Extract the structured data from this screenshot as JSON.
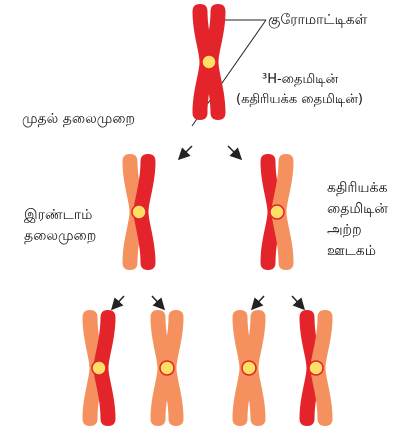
{
  "labels": {
    "chromatids": "குரோமாட்டிகள்",
    "thymidine_line1": "³H-தைமிடின்",
    "thymidine_line2": "(கதிரியக்க தைமிடின்)",
    "first_generation": "முதல்  தலைமுறை",
    "second_generation_line1": "இரண்டாம்",
    "second_generation_line2": "தலைமுறை",
    "medium_line1": "கதிரியக்க",
    "medium_line2": "தைமிடின்",
    "medium_line3": "அற்ற",
    "medium_line4": "ஊடகம்"
  },
  "colors": {
    "labeled_red": "#e3242b",
    "unlabeled_orange": "#f4915e",
    "centromere_fill": "#ffe066",
    "centromere_stroke": "#e3242b",
    "arrow": "#222222"
  },
  "chromosomes": [
    {
      "id": "gen1",
      "left": "red",
      "right": "red"
    },
    {
      "id": "gen2-left",
      "left": "orange",
      "right": "red"
    },
    {
      "id": "gen2-right",
      "left": "red",
      "right": "orange"
    },
    {
      "id": "gen3-a",
      "left": "orange",
      "right": "red"
    },
    {
      "id": "gen3-b",
      "left": "orange",
      "right": "orange"
    },
    {
      "id": "gen3-c",
      "left": "orange",
      "right": "orange"
    },
    {
      "id": "gen3-d",
      "left": "red",
      "right": "orange"
    }
  ]
}
